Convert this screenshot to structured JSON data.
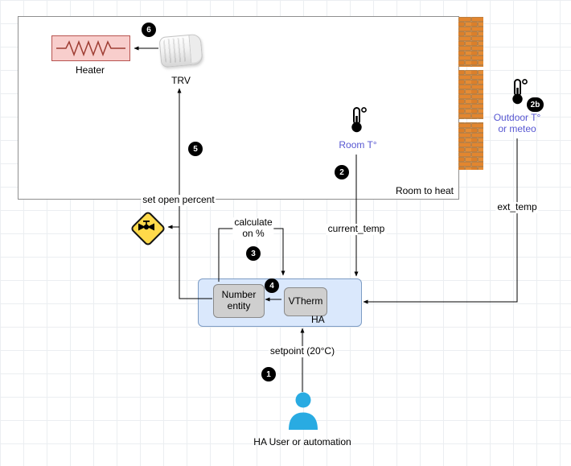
{
  "room": {
    "label": "Room to heat"
  },
  "nodes": {
    "heater": "Heater",
    "trv": "TRV",
    "room_temp": "Room T°",
    "outdoor": "Outdoor T°\nor meteo",
    "number_entity": "Number\nentity",
    "vtherm": "VTherm",
    "ha": "HA",
    "user": "HA User or automation"
  },
  "edges": {
    "set_open_percent": "set open percent",
    "calculate": "calculate\non %",
    "current_temp": "current_temp",
    "ext_temp": "ext_temp",
    "setpoint": "setpoint (20°C)"
  },
  "badges": {
    "one": "1",
    "two": "2",
    "two_b": "2b",
    "three": "3",
    "four": "4",
    "five": "5",
    "six": "6"
  },
  "icons": {
    "thermometer_room": "thermometer-icon",
    "thermometer_outdoor": "thermometer-icon",
    "resistor": "resistor-icon",
    "trv_head": "trv-photo",
    "brick_wall": "brick-wall",
    "valve": "valve-warning-icon",
    "user": "person-icon"
  },
  "colors": {
    "heater_fill": "#f8cecc",
    "heater_stroke": "#b85450",
    "ha_fill": "#dae8fc",
    "ha_stroke": "#7d9cc4",
    "entity_fill": "#cfcfcf",
    "label_blue": "#5757d2",
    "brick_orange": "#e2862f",
    "badge_black": "#000000",
    "user_blue": "#29abe2",
    "diamond_yellow": "#ffd94a"
  }
}
